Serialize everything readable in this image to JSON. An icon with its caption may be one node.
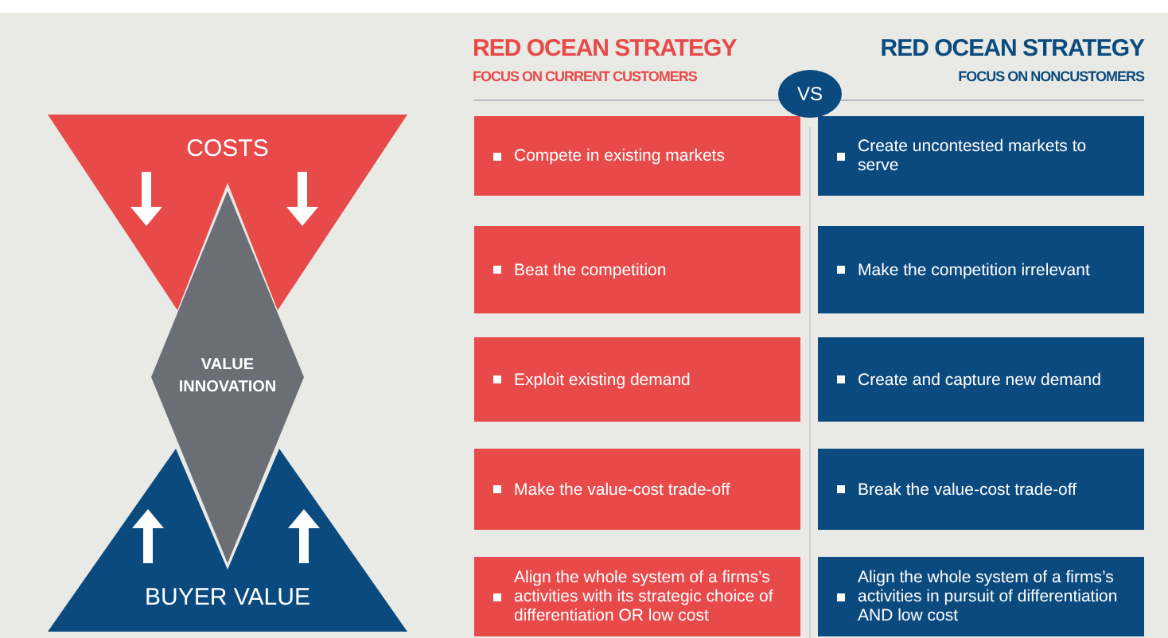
{
  "diagram": {
    "nodes": [
      {
        "text": [
          "COSTS"
        ]
      },
      {
        "text": [
          "VALUE INNOVATION"
        ]
      },
      {
        "text": [
          "BUYER VALUE"
        ]
      },
      {
        "text": [
          "VS"
        ]
      },
      {
        "text": [
          "Compete in existing markets"
        ]
      },
      {
        "text": [
          "Beat the competition"
        ]
      },
      {
        "text": [
          "Exploit existing demand"
        ]
      },
      {
        "text": [
          "Make the value-cost trade-off"
        ]
      },
      {
        "text": [
          "Align the whole system of a firms’s activities with its strategic choice of differentiation OR low cost"
        ]
      },
      {
        "text": [
          "Create uncontested markets to serve"
        ]
      },
      {
        "text": [
          "Make the competition irrelevant"
        ]
      },
      {
        "text": [
          "Create and capture new demand"
        ]
      },
      {
        "text": [
          "Break the value-cost trade-off"
        ]
      },
      {
        "text": [
          "Align the whole system of a firms’s activities in pursuit of differentiation AND low cost"
        ]
      }
    ],
    "labels": [
      "RED OCEAN STRATEGY",
      "FOCUS ON CURRENT CUSTOMERS",
      "RED OCEAN STRATEGY",
      "FOCUS ON NONCUSTOMERS"
    ]
  }
}
